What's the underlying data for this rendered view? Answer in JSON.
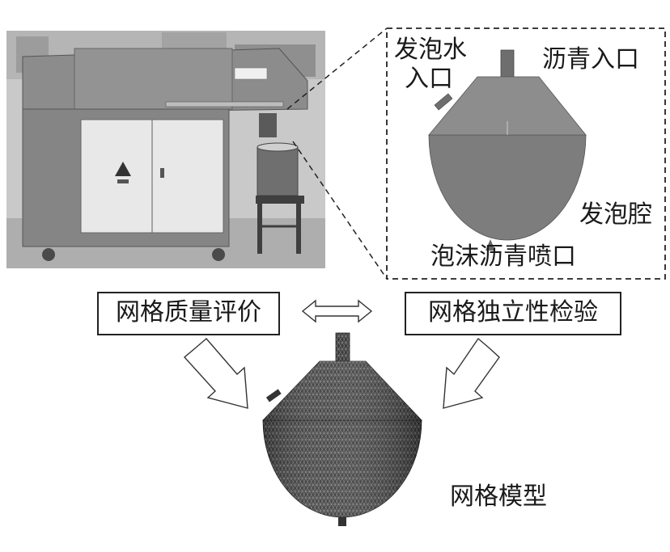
{
  "labels": {
    "foam_water_inlet_line1": "发泡水",
    "foam_water_inlet_line2": "入口",
    "asphalt_inlet": "沥青入口",
    "foaming_chamber": "发泡腔",
    "foam_asphalt_nozzle": "泡沫沥青喷口",
    "mesh_model": "网格模型"
  },
  "boxes": {
    "mesh_quality": "网格质量评价",
    "mesh_independence": "网格独立性检验"
  },
  "colors": {
    "chamber_fill": "#7d7d7d",
    "mesh_fill": "#3c3c3c",
    "machine_body": "#8a8a8a",
    "ground": "#a8a8a8"
  }
}
